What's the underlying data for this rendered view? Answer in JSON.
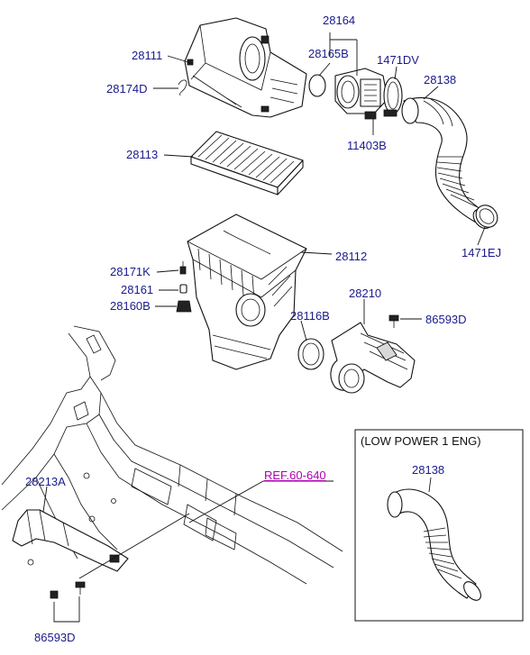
{
  "diagram": {
    "ref_label": "REF.60-640",
    "inset_title": "(LOW POWER 1 ENG)",
    "labels": {
      "p28111": "28111",
      "p28174D": "28174D",
      "p28164": "28164",
      "p28165B": "28165B",
      "p1471DV": "1471DV",
      "p28138": "28138",
      "p11403B": "11403B",
      "p28113": "28113",
      "p28112": "28112",
      "p1471EJ": "1471EJ",
      "p28171K": "28171K",
      "p28161": "28161",
      "p28160B": "28160B",
      "p28210": "28210",
      "p28116B": "28116B",
      "p86593D_right": "86593D",
      "p28213A": "28213A",
      "p86593D_bottom": "86593D",
      "p28138_inset": "28138"
    },
    "colors": {
      "label_text": "#1a1a8c",
      "ref_text": "#b000b0",
      "line": "#111111"
    }
  }
}
